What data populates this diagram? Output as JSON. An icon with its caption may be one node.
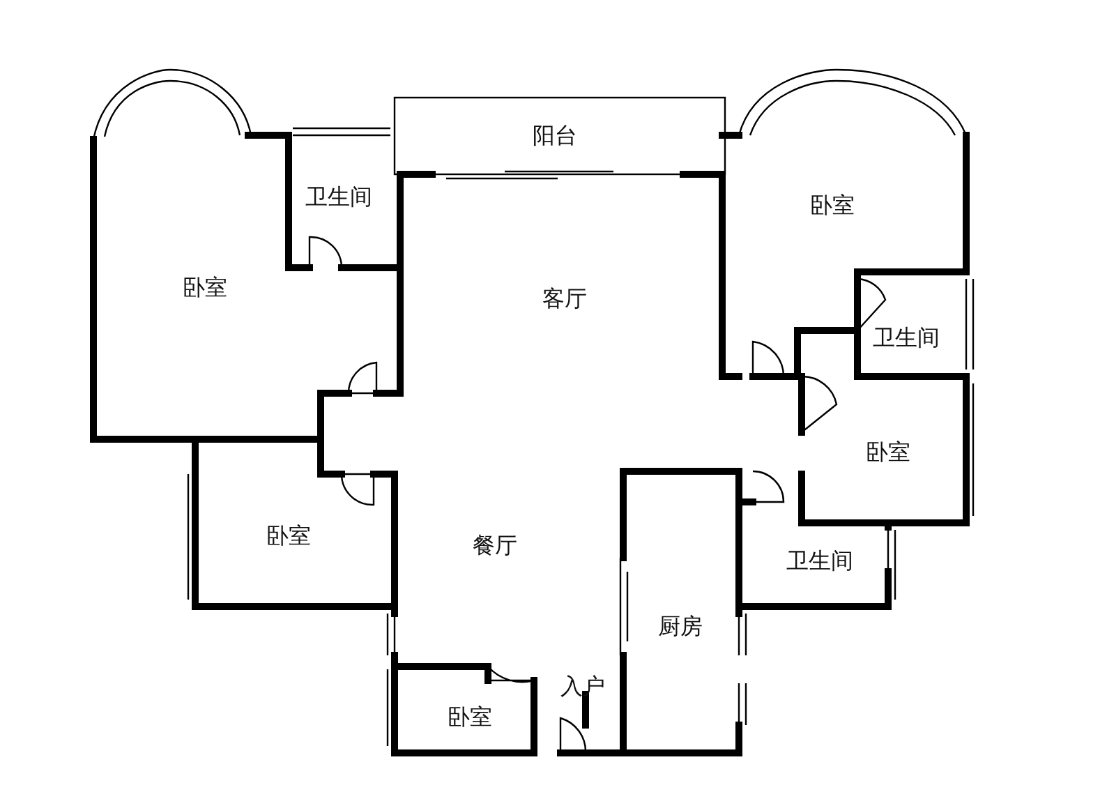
{
  "diagram": {
    "labels": [
      "阳台",
      "卫生间",
      "卧室",
      "卧室",
      "客厅",
      "卫生间",
      "卧室",
      "卧室",
      "餐厅",
      "卫生间",
      "厨房",
      "入户",
      "卧室"
    ]
  }
}
